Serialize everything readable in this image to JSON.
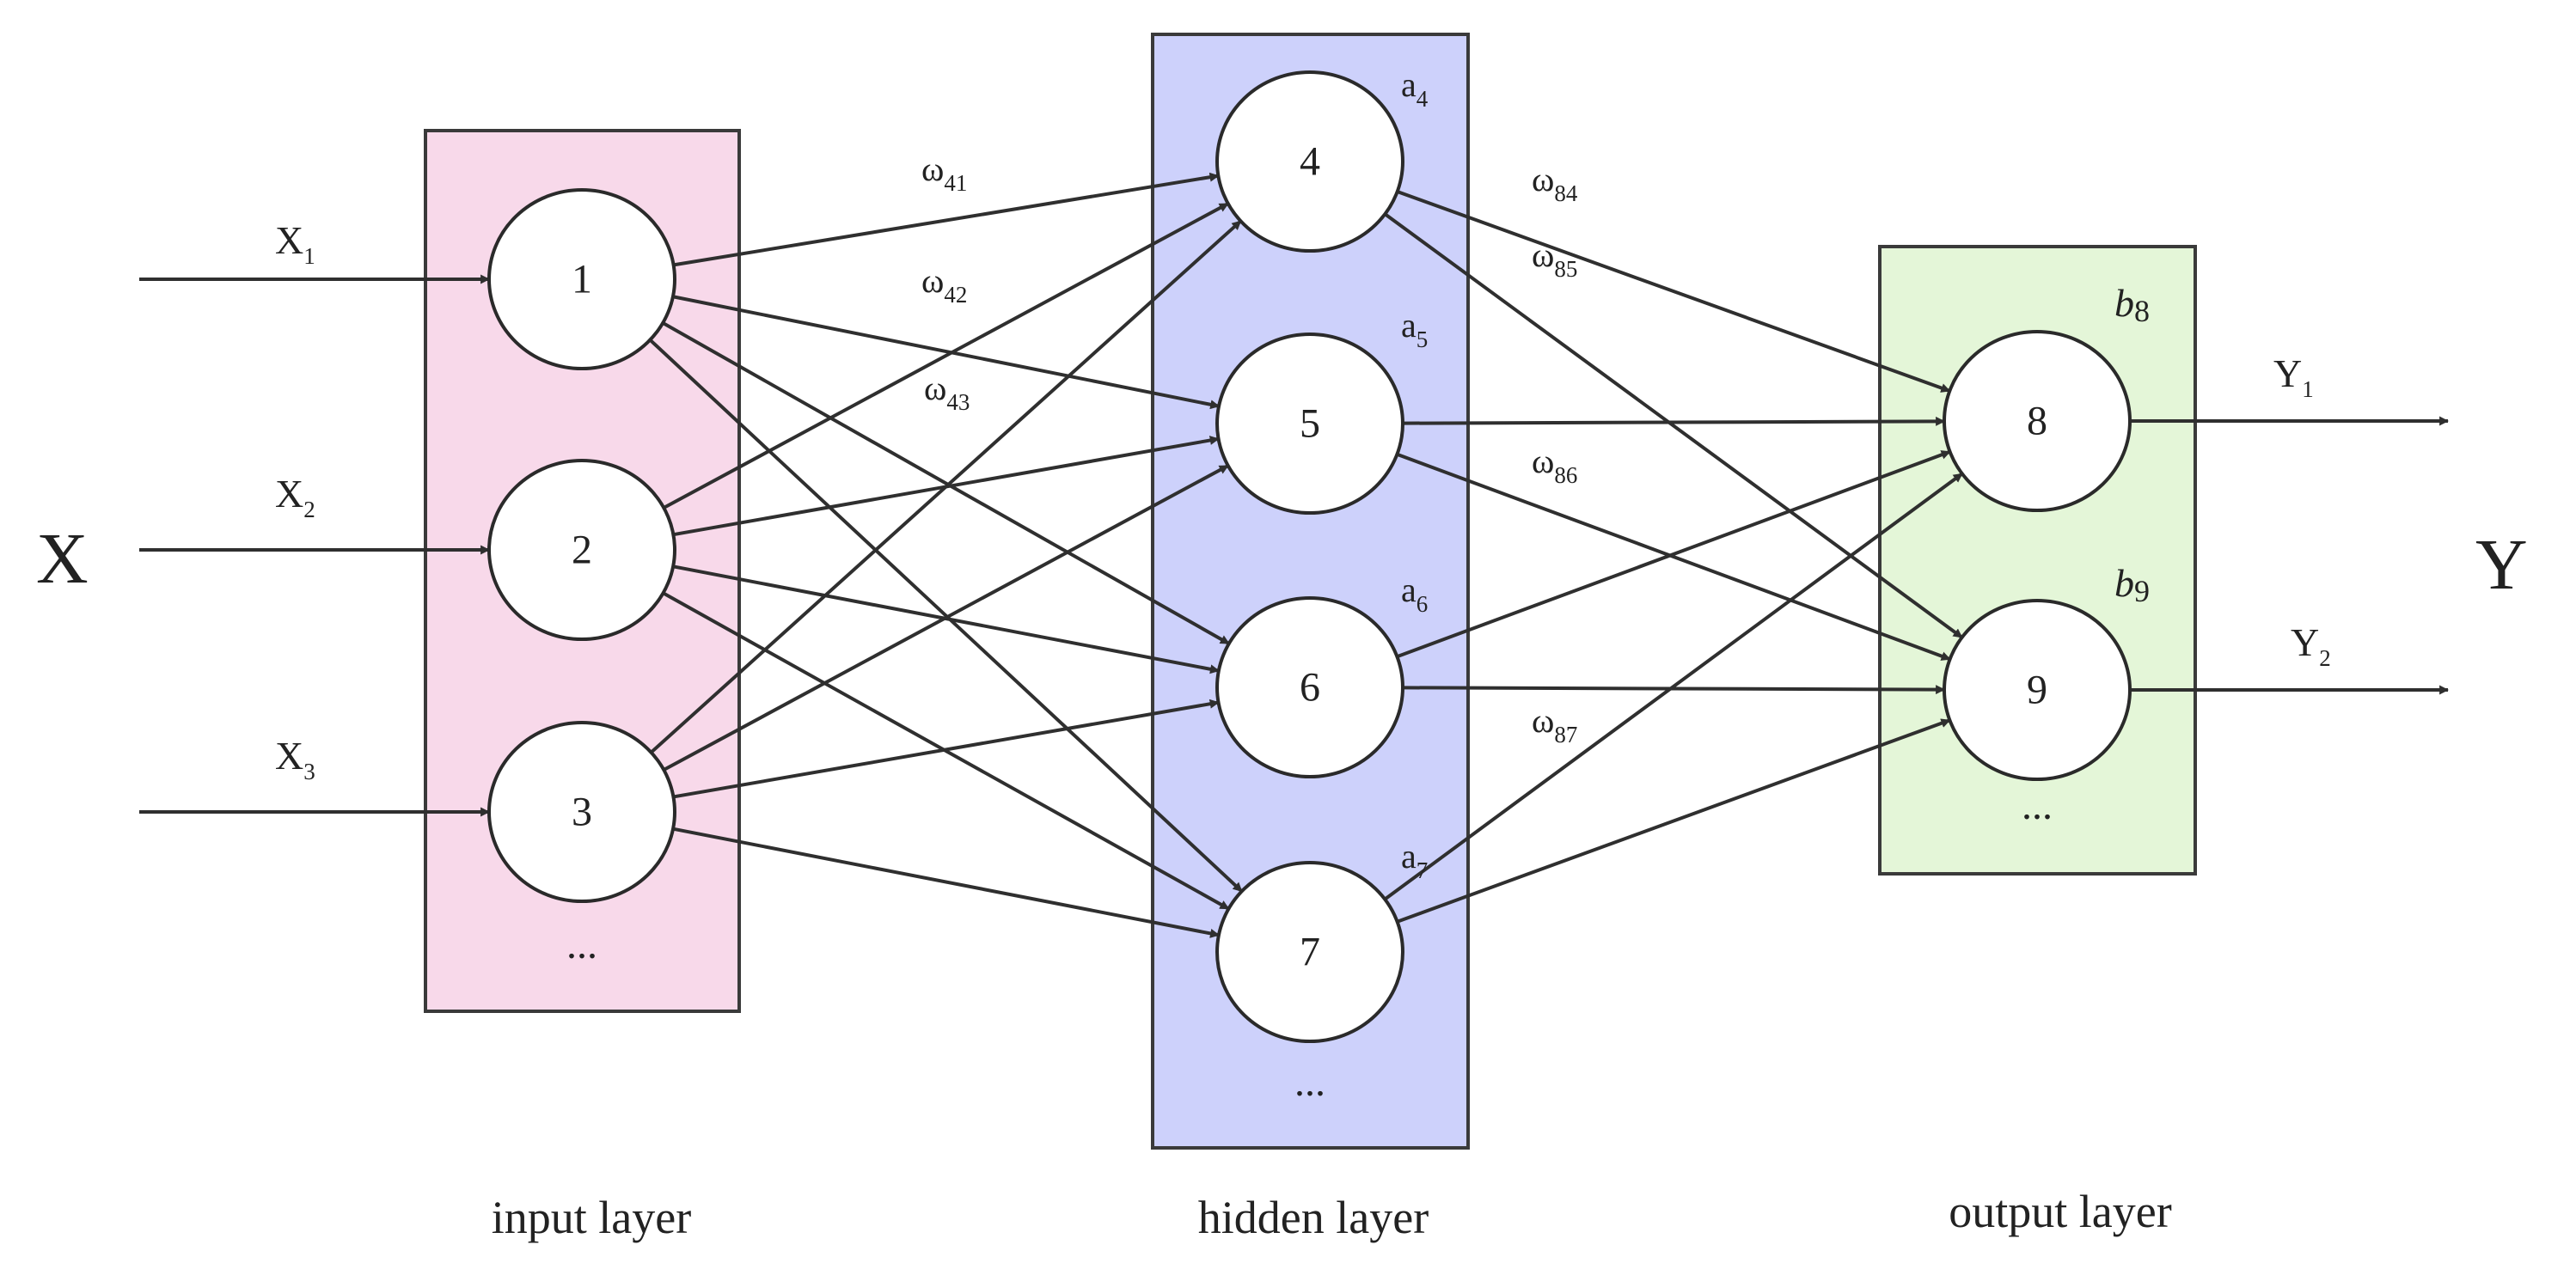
{
  "input": {
    "main_label": "X",
    "signals": [
      {
        "base": "X",
        "sub": "1"
      },
      {
        "base": "X",
        "sub": "2"
      },
      {
        "base": "X",
        "sub": "3"
      }
    ]
  },
  "output": {
    "main_label": "Y",
    "signals": [
      {
        "base": "Y",
        "sub": "1"
      },
      {
        "base": "Y",
        "sub": "2"
      }
    ]
  },
  "layers": {
    "input": {
      "caption": "input layer",
      "color": "#f8d9ea",
      "nodes": [
        "1",
        "2",
        "3"
      ],
      "ellipsis": "..."
    },
    "hidden": {
      "caption": "hidden layer",
      "color": "#cdd1fb",
      "nodes": [
        "4",
        "5",
        "6",
        "7"
      ],
      "ellipsis": "...",
      "node_labels": [
        {
          "base": "a",
          "sub": "4"
        },
        {
          "base": "a",
          "sub": "5"
        },
        {
          "base": "a",
          "sub": "6"
        },
        {
          "base": "a",
          "sub": "7"
        }
      ]
    },
    "output": {
      "caption": "output layer",
      "color": "#e4f6d8",
      "nodes": [
        "8",
        "9"
      ],
      "ellipsis": "...",
      "node_labels": [
        {
          "base": "b",
          "sub": "8"
        },
        {
          "base": "b",
          "sub": "9"
        }
      ]
    }
  },
  "weights": [
    {
      "base": "ω",
      "sub": "41"
    },
    {
      "base": "ω",
      "sub": "42"
    },
    {
      "base": "ω",
      "sub": "43"
    },
    {
      "base": "ω",
      "sub": "84"
    },
    {
      "base": "ω",
      "sub": "85"
    },
    {
      "base": "ω",
      "sub": "86"
    },
    {
      "base": "ω",
      "sub": "87"
    }
  ]
}
